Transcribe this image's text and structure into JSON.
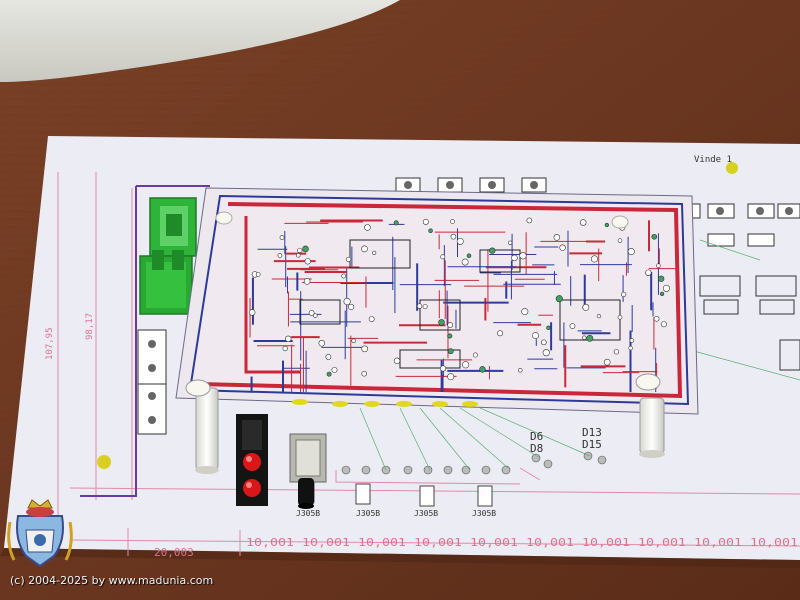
{
  "photo": {
    "colors": {
      "table": "#6e3a22",
      "table_dark": "#4a2414",
      "paper": "#eeeef6",
      "board": "#f2eef2",
      "trace_red": "#c8283a",
      "trace_blue": "#2e3a9a",
      "connector": "#2fb43a",
      "led": "#d81818"
    },
    "sheet": {
      "title": "Vinde 1",
      "dimension_bottom": "20,003",
      "dimension_left_1": "107,95",
      "dimension_left_2": "98,17",
      "bottom_ruler": "10,001 10,001 10,001 10,001 10,001 10,001 10,001 10,001 10,001 10,001",
      "components": [
        "J305B",
        "J305B",
        "J305B",
        "J305B"
      ],
      "refs": [
        "D6",
        "D8",
        "D13",
        "D15"
      ]
    },
    "watermark": {
      "copyright": "(c) 2004-2025 by www.madunia.com"
    }
  }
}
